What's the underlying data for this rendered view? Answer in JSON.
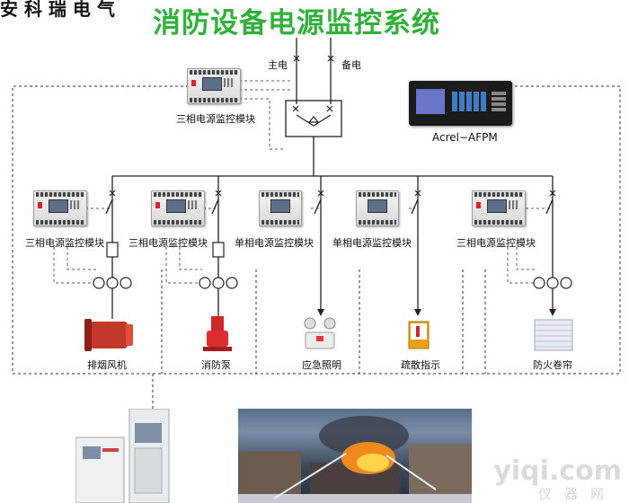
{
  "header": {
    "corner_text": "安 科 瑞 电 气",
    "title": "消防设备电源监控系统"
  },
  "source": {
    "main_label": "主电",
    "backup_label": "备电"
  },
  "top_module": {
    "label": "三相电源监控模块"
  },
  "host": {
    "label": "Acrel−AFPM"
  },
  "branches": [
    {
      "module_label": "三相电源监控模块",
      "load_label": "排烟风机",
      "load_icon": "fan-icon"
    },
    {
      "module_label": "三相电源监控模块",
      "load_label": "消防泵",
      "load_icon": "pump-icon"
    },
    {
      "module_label": "单相电源监控模块",
      "load_label": "应急照明",
      "load_icon": "emergency-light-icon"
    },
    {
      "module_label": "单相电源监控模块",
      "load_label": "疏散指示",
      "load_icon": "exit-sign-icon"
    },
    {
      "module_label": "三相电源监控模块",
      "load_label": "防火卷帘",
      "load_icon": "shutter-icon"
    }
  ],
  "watermark": {
    "logo": "yiqi.com",
    "tagline": "仪器网"
  },
  "colors": {
    "title": "#2fb13a",
    "line": "#222222",
    "comm_line": "#4a5a9a",
    "fan": "#c0392b",
    "pump": "#d3282b"
  }
}
